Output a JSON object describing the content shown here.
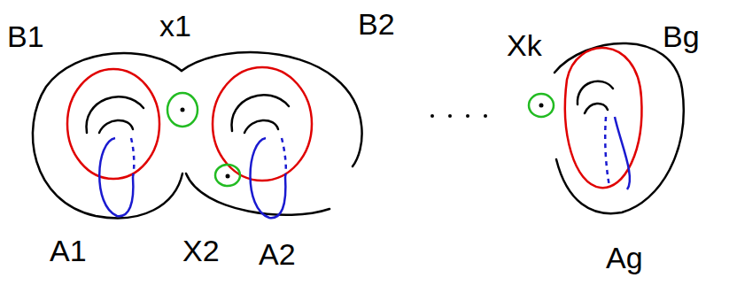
{
  "diagram": {
    "labels": [
      "B1",
      "x1",
      "B2",
      "A1",
      "X2",
      "A2",
      "Xk",
      "Bg",
      "Ag"
    ]
  }
}
